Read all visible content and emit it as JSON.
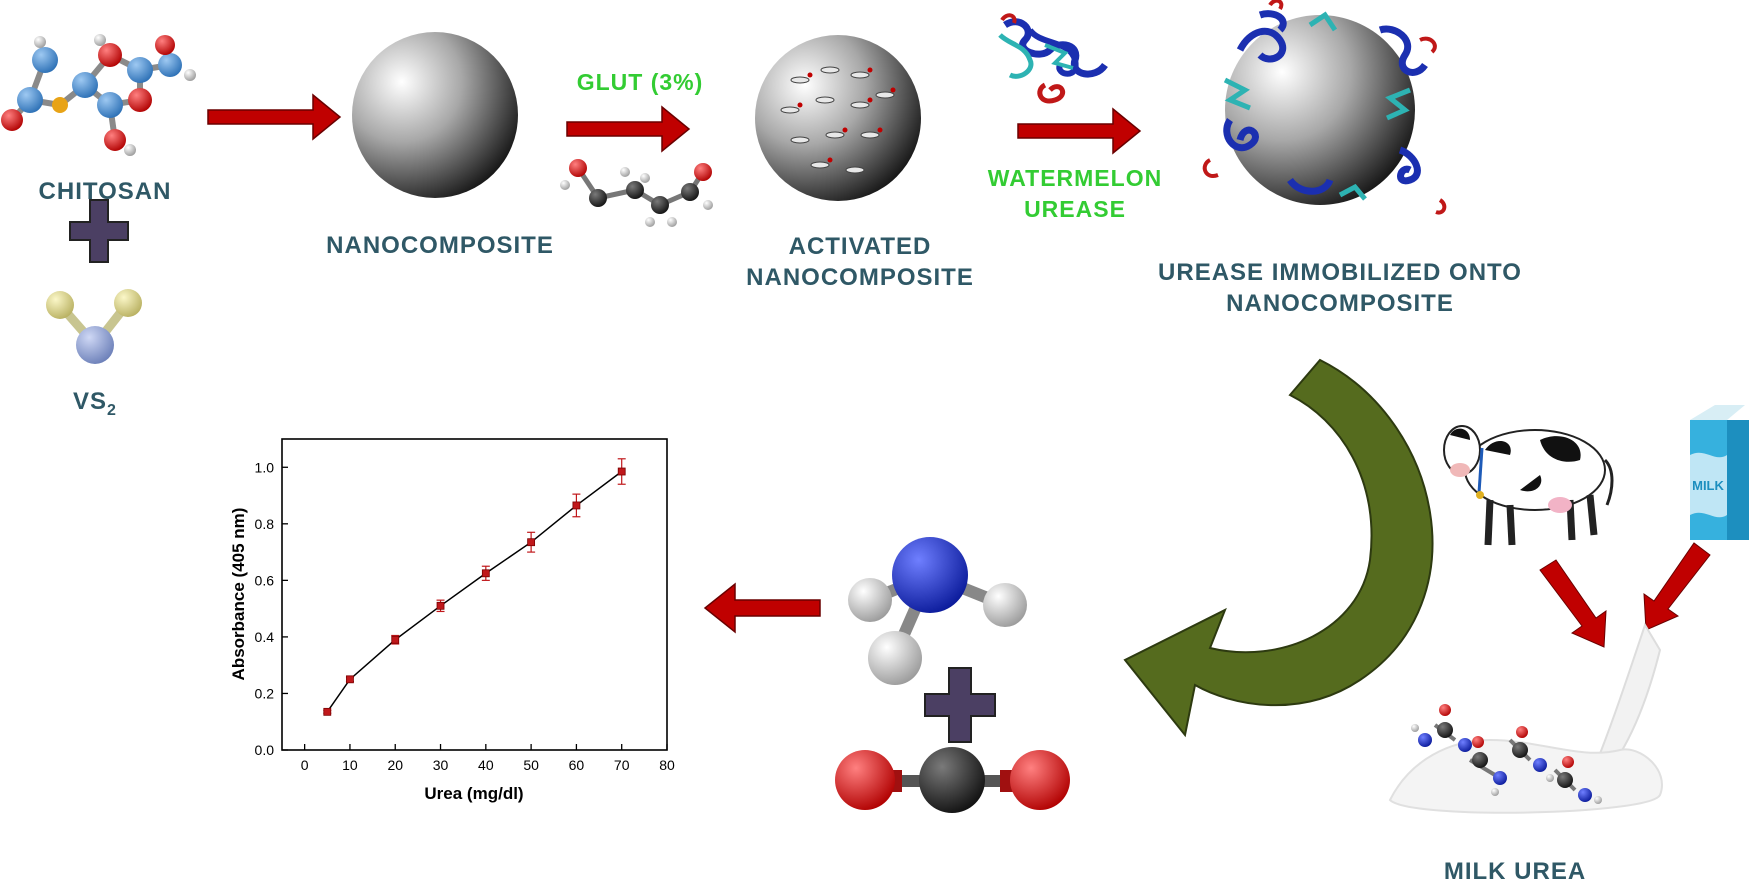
{
  "labels": {
    "chitosan": "CHITOSAN",
    "vs2_main": "VS",
    "vs2_sub": "2",
    "nanocomposite": "NANOCOMPOSITE",
    "glut": "GLUT (3%)",
    "activated_line1": "ACTIVATED",
    "activated_line2": "NANOCOMPOSITE",
    "watermelon_line1": "WATERMELON",
    "watermelon_line2": "UREASE",
    "immobilized_line1": "UREASE IMMOBILIZED ONTO",
    "immobilized_line2": "NANOCOMPOSITE",
    "milk_urea": "MILK UREA",
    "milk_carton": "MILK"
  },
  "colors": {
    "label_teal": "#2f5866",
    "label_green": "#33cc33",
    "arrow_red": "#c00000",
    "curved_arrow": "#556b1e",
    "plus": "#4b3f63",
    "data_marker": "#c0181b"
  },
  "icons": [
    "chitosan-molecule-icon",
    "vs2-molecule-icon",
    "sphere-icon",
    "glutaraldehyde-molecule-icon",
    "activated-sphere-icon",
    "urease-enzyme-icon",
    "immobilized-sphere-icon",
    "cow-icon",
    "milk-carton-icon",
    "milk-splash-icon",
    "ammonia-molecule-icon",
    "co2-molecule-icon"
  ],
  "chart_data": {
    "type": "line",
    "title": "",
    "xlabel": "Urea (mg/dl)",
    "ylabel": "Absorbance (405 nm)",
    "xlim": [
      -5,
      80
    ],
    "ylim": [
      0.0,
      1.1
    ],
    "xticks": [
      "0",
      "10",
      "20",
      "30",
      "40",
      "50",
      "60",
      "70",
      "80"
    ],
    "yticks": [
      "0.0",
      "0.2",
      "0.4",
      "0.6",
      "0.8",
      "1.0"
    ],
    "x": [
      5,
      10,
      20,
      30,
      40,
      50,
      60,
      70
    ],
    "y": [
      0.135,
      0.25,
      0.39,
      0.51,
      0.625,
      0.735,
      0.865,
      0.985
    ],
    "errors": [
      0.005,
      0.008,
      0.015,
      0.02,
      0.025,
      0.035,
      0.04,
      0.045
    ],
    "grid": false,
    "marker": "square"
  }
}
